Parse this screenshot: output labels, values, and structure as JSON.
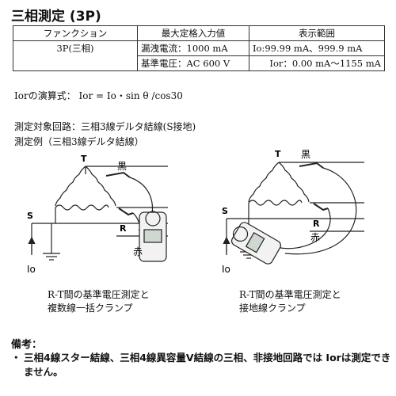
{
  "title": "三相測定 (3P)",
  "table": {
    "headers": [
      "ファンクション",
      "最大定格入力値",
      "表示範囲"
    ],
    "rows": [
      {
        "function": "3P(三相)",
        "max_input": "漏洩電流：1000 mA",
        "range": "Io:99.99 mA、999.9 mA"
      },
      {
        "function": "",
        "max_input": "基準電圧：AC 600 V",
        "range": "Ior：0.00 mA～1155 mA"
      }
    ]
  },
  "formula": "Iorの演算式：  Ior = Io・sin θ /cos30",
  "circuit": "測定対象回路：三相3線デルタ結線(S接地)",
  "example": "測定例（三相3線デルタ結線）",
  "labels": {
    "T": "T",
    "S": "S",
    "R": "R",
    "black": "黒",
    "red": "赤",
    "Io": "Io"
  },
  "captions": {
    "left_line1": "R-T間の基準電圧測定と",
    "left_line2": "複数線一括クランプ",
    "right_line1": "R-T間の基準電圧測定と",
    "right_line2": "接地線クランプ"
  },
  "notes": {
    "title": "備考：",
    "bullet": "・",
    "text": "三相4線スター結線、三相4線異容量V結線の三相、非接地回路では Iorは測定できません。"
  }
}
